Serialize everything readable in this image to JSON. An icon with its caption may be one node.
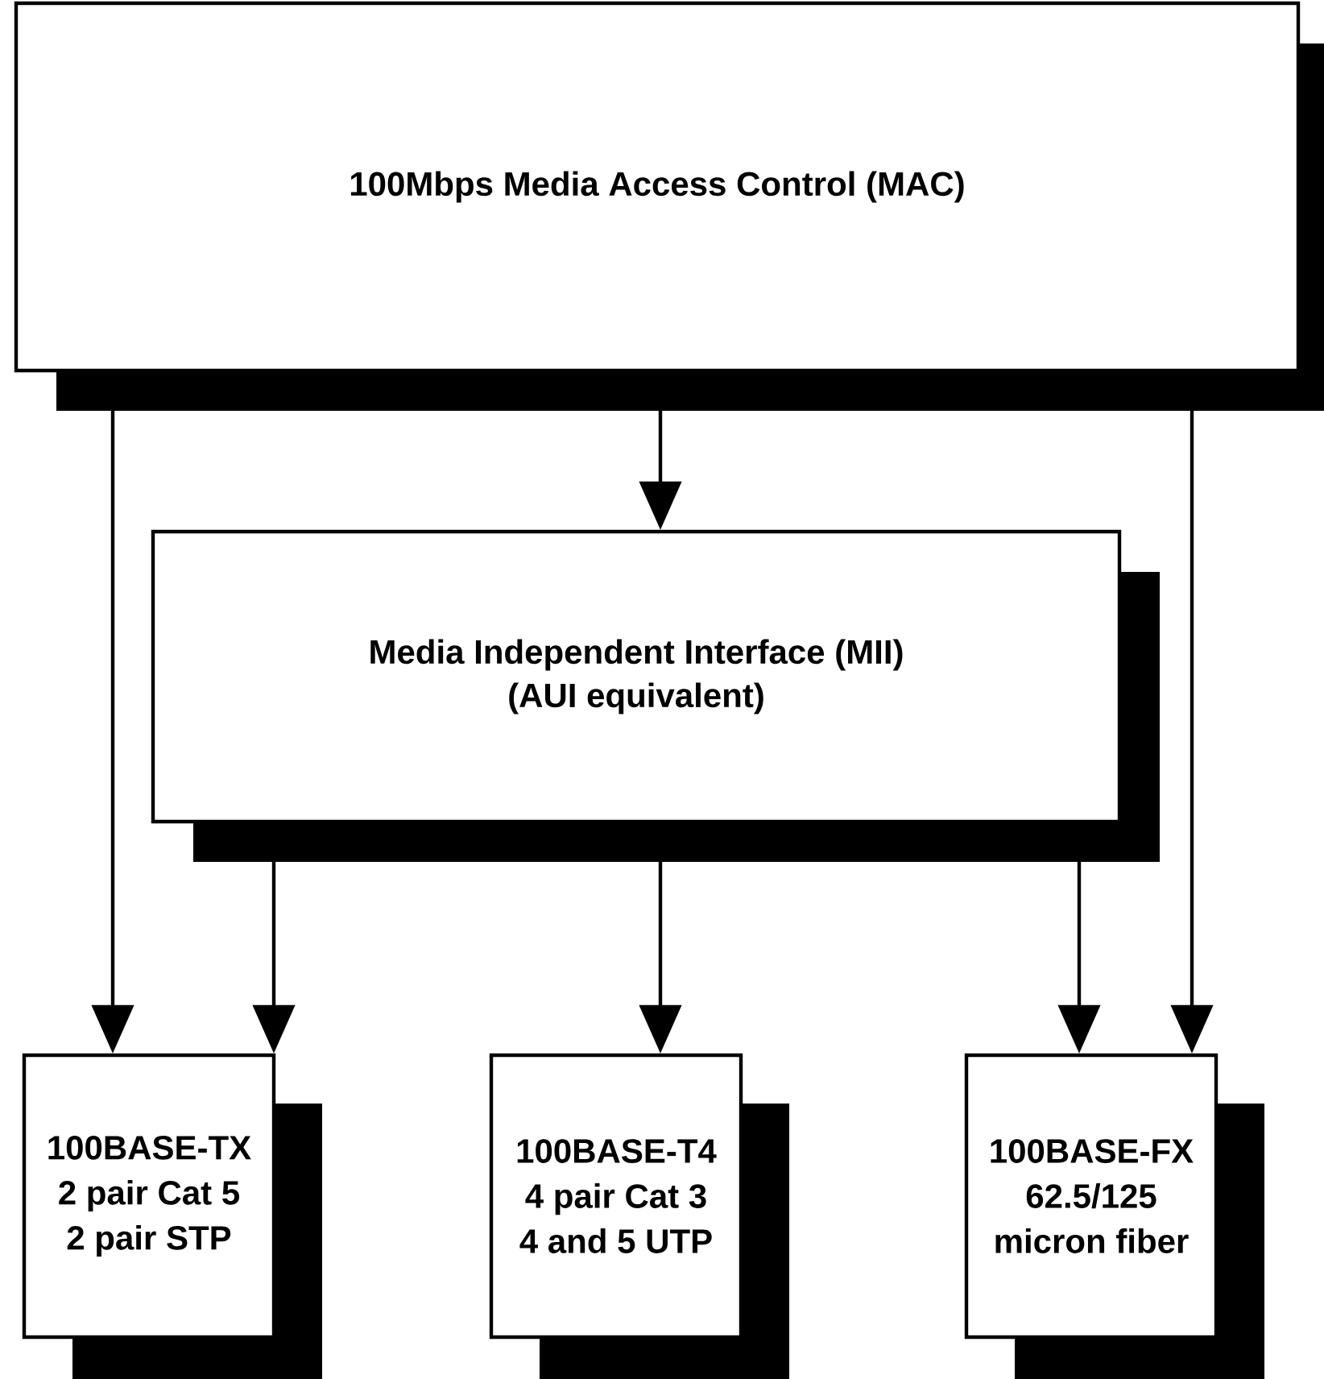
{
  "diagram": {
    "nodes": [
      {
        "text": [
          "100Mbps Media Access Control (MAC)"
        ]
      },
      {
        "text": [
          "Media Independent Interface (MII)",
          "(AUI equivalent)"
        ]
      },
      {
        "text": [
          "100BASE-TX",
          "2 pair Cat 5",
          "2 pair STP"
        ]
      },
      {
        "text": [
          "100BASE-T4",
          "4 pair Cat 3",
          "4 and 5 UTP"
        ]
      },
      {
        "text": [
          "100BASE-FX",
          "62.5/125",
          "micron fiber"
        ]
      }
    ],
    "edges": [
      {
        "from": 0,
        "to": 2,
        "arrow": "to"
      },
      {
        "from": 0,
        "to": 1,
        "arrow": "to"
      },
      {
        "from": 0,
        "to": 4,
        "arrow": "to"
      },
      {
        "from": 1,
        "to": 2,
        "arrow": "to"
      },
      {
        "from": 1,
        "to": 3,
        "arrow": "to"
      },
      {
        "from": 1,
        "to": 4,
        "arrow": "to"
      }
    ]
  }
}
